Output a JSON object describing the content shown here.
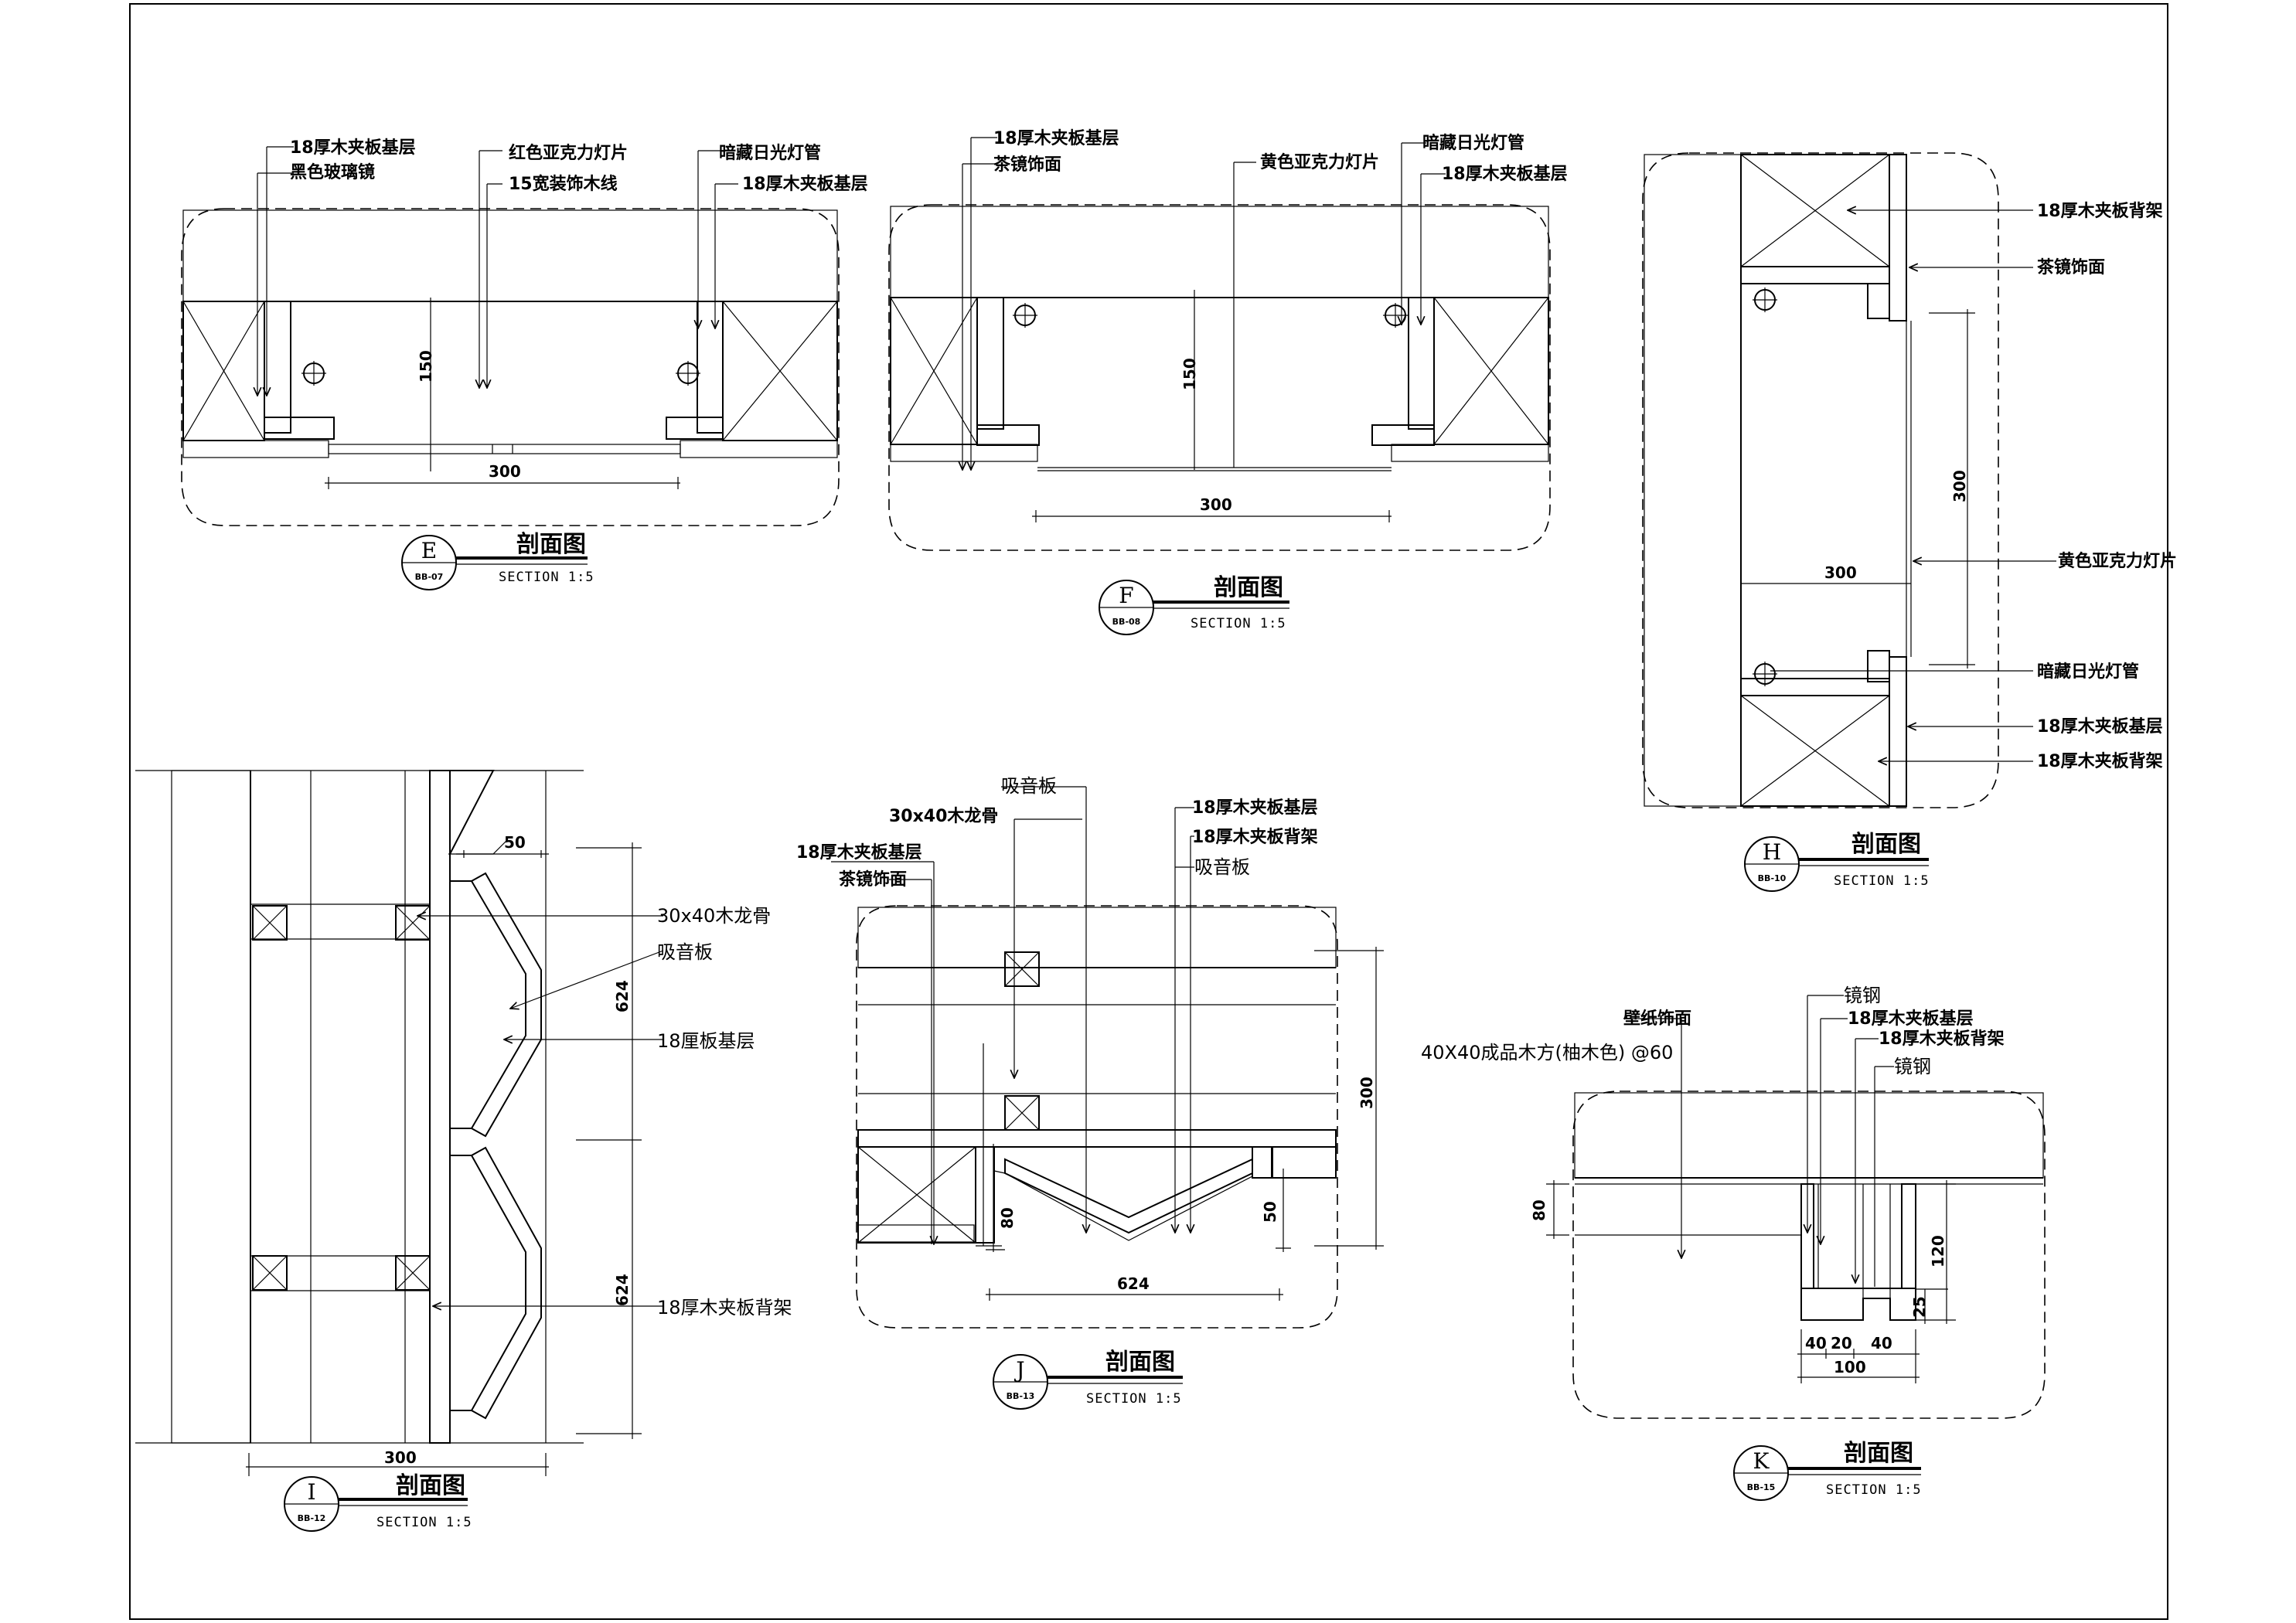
{
  "sections": {
    "E": {
      "tag": "E",
      "title": "剖面图",
      "subtitle": "SECTION 1:5",
      "ref": "BB-07",
      "labels": [
        "18厚木夹板基层",
        "黑色玻璃镜",
        "红色亚克力灯片",
        "15宽装饰木线",
        "暗藏日光灯管",
        "18厚木夹板基层"
      ],
      "dims": [
        "150",
        "300"
      ]
    },
    "F": {
      "tag": "F",
      "title": "剖面图",
      "subtitle": "SECTION 1:5",
      "ref": "BB-08",
      "labels": [
        "18厚木夹板基层",
        "茶镜饰面",
        "黄色亚克力灯片",
        "暗藏日光灯管",
        "18厚木夹板基层"
      ],
      "dims": [
        "150",
        "300"
      ]
    },
    "H": {
      "tag": "H",
      "title": "剖面图",
      "subtitle": "SECTION 1:5",
      "ref": "BB-10",
      "labels": [
        "18厚木夹板背架",
        "茶镜饰面",
        "黄色亚克力灯片",
        "暗藏日光灯管",
        "18厚木夹板基层",
        "18厚木夹板背架"
      ],
      "dims": [
        "300",
        "300"
      ]
    },
    "I": {
      "tag": "I",
      "title": "剖面图",
      "subtitle": "SECTION 1:5",
      "ref": "BB-12",
      "labels": [
        "30x40木龙骨",
        "吸音板",
        "18厘板基层",
        "18厚木夹板背架"
      ],
      "dims": [
        "50",
        "624",
        "624",
        "300"
      ]
    },
    "J": {
      "tag": "J",
      "title": "剖面图",
      "subtitle": "SECTION 1:5",
      "ref": "BB-13",
      "labels": [
        "吸音板",
        "30x40木龙骨",
        "18厚木夹板基层",
        "18厚木夹板基层",
        "茶镜饰面",
        "18厚木夹板背架",
        "吸音板"
      ],
      "dims": [
        "300",
        "80",
        "50",
        "624"
      ]
    },
    "K": {
      "tag": "K",
      "title": "剖面图",
      "subtitle": "SECTION 1:5",
      "ref": "BB-15",
      "labels": [
        "壁纸饰面",
        "40X40成品木方(柚木色) @60",
        "镜钢",
        "18厚木夹板基层",
        "18厚木夹板背架",
        "镜钢"
      ],
      "dims": [
        "80",
        "120",
        "25",
        "40",
        "20",
        "40",
        "100"
      ]
    }
  }
}
